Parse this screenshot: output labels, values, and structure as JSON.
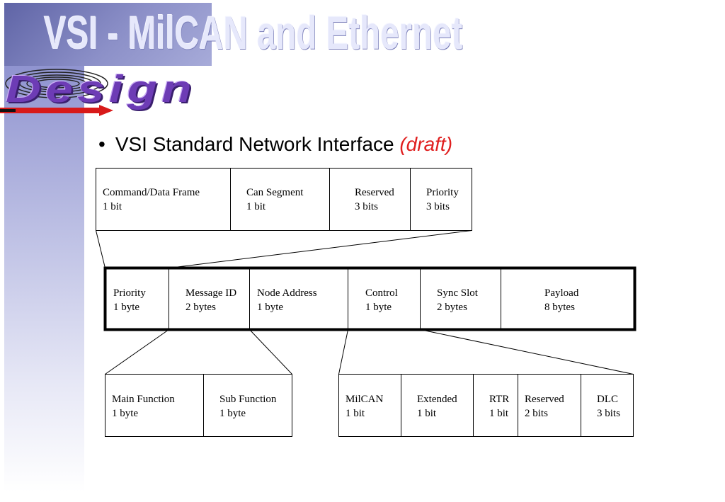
{
  "slide": {
    "title": "VSI - MilCAN and Ethernet",
    "section": "Design",
    "bullet_text": "VSI Standard Network Interface",
    "bullet_emphasis": "(draft)"
  },
  "colors": {
    "title_text": "#e6e8fb",
    "title_box": "#7c80bd",
    "design_text": "#6d3cb5",
    "accent_arrow": "#d81a1a",
    "draft_text": "#e02020"
  },
  "priority_field": [
    {
      "name": "Command/Data Frame",
      "size": "1 bit"
    },
    {
      "name": "Can Segment",
      "size": "1 bit"
    },
    {
      "name": "Reserved",
      "size": "3 bits"
    },
    {
      "name": "Priority",
      "size": "3 bits"
    }
  ],
  "frame": [
    {
      "name": "Priority",
      "size": "1 byte"
    },
    {
      "name": "Message ID",
      "size": "2 bytes"
    },
    {
      "name": "Node Address",
      "size": "1 byte"
    },
    {
      "name": "Control",
      "size": "1 byte"
    },
    {
      "name": "Sync Slot",
      "size": "2 bytes"
    },
    {
      "name": "Payload",
      "size": "8 bytes"
    }
  ],
  "message_id": [
    {
      "name": "Main Function",
      "size": "1 byte"
    },
    {
      "name": "Sub Function",
      "size": "1 byte"
    }
  ],
  "control": [
    {
      "name": "MilCAN",
      "size": "1 bit"
    },
    {
      "name": "Extended",
      "size": "1 bit"
    },
    {
      "name": "RTR",
      "size": "1 bit"
    },
    {
      "name": "Reserved",
      "size": "2 bits"
    },
    {
      "name": "DLC",
      "size": "3 bits"
    }
  ]
}
